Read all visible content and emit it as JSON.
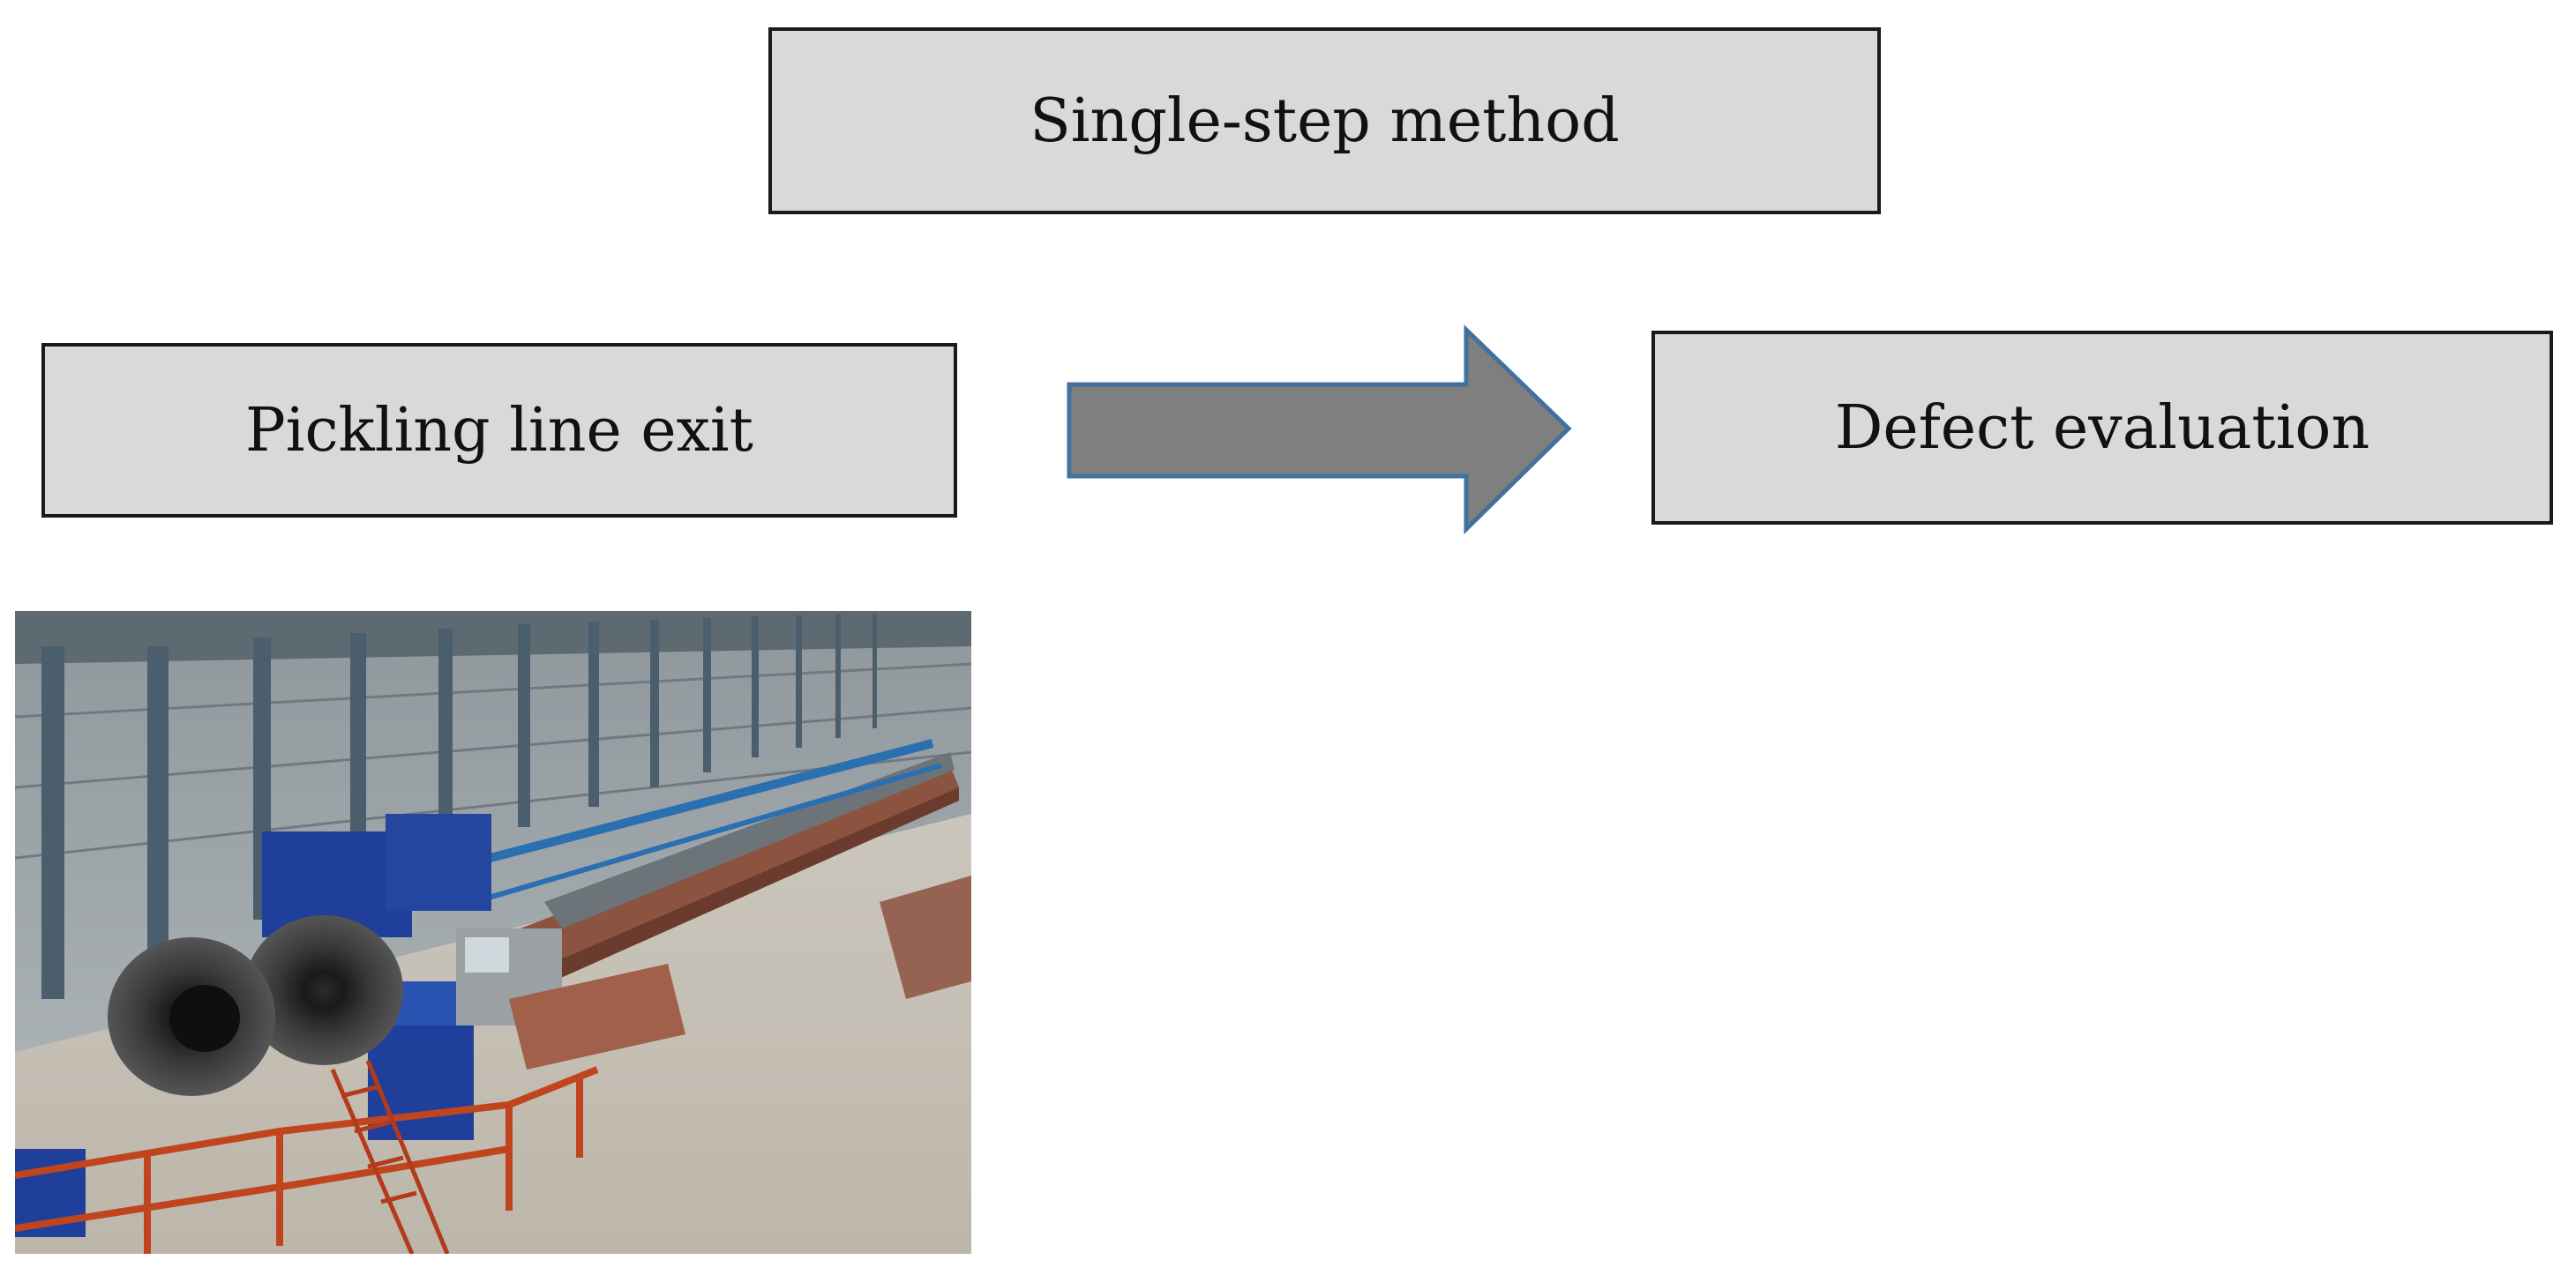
{
  "diagram": {
    "method_label": "Single-step method",
    "source_label": "Pickling line exit",
    "result_label": "Defect evaluation",
    "colors": {
      "box_fill": "#d9d9d9",
      "box_border": "#1a1a1a",
      "arrow_fill": "#7f7f7f",
      "arrow_stroke": "#41719c"
    },
    "photo": {
      "subject": "pickling line exit with steel coils in an industrial hall"
    }
  }
}
